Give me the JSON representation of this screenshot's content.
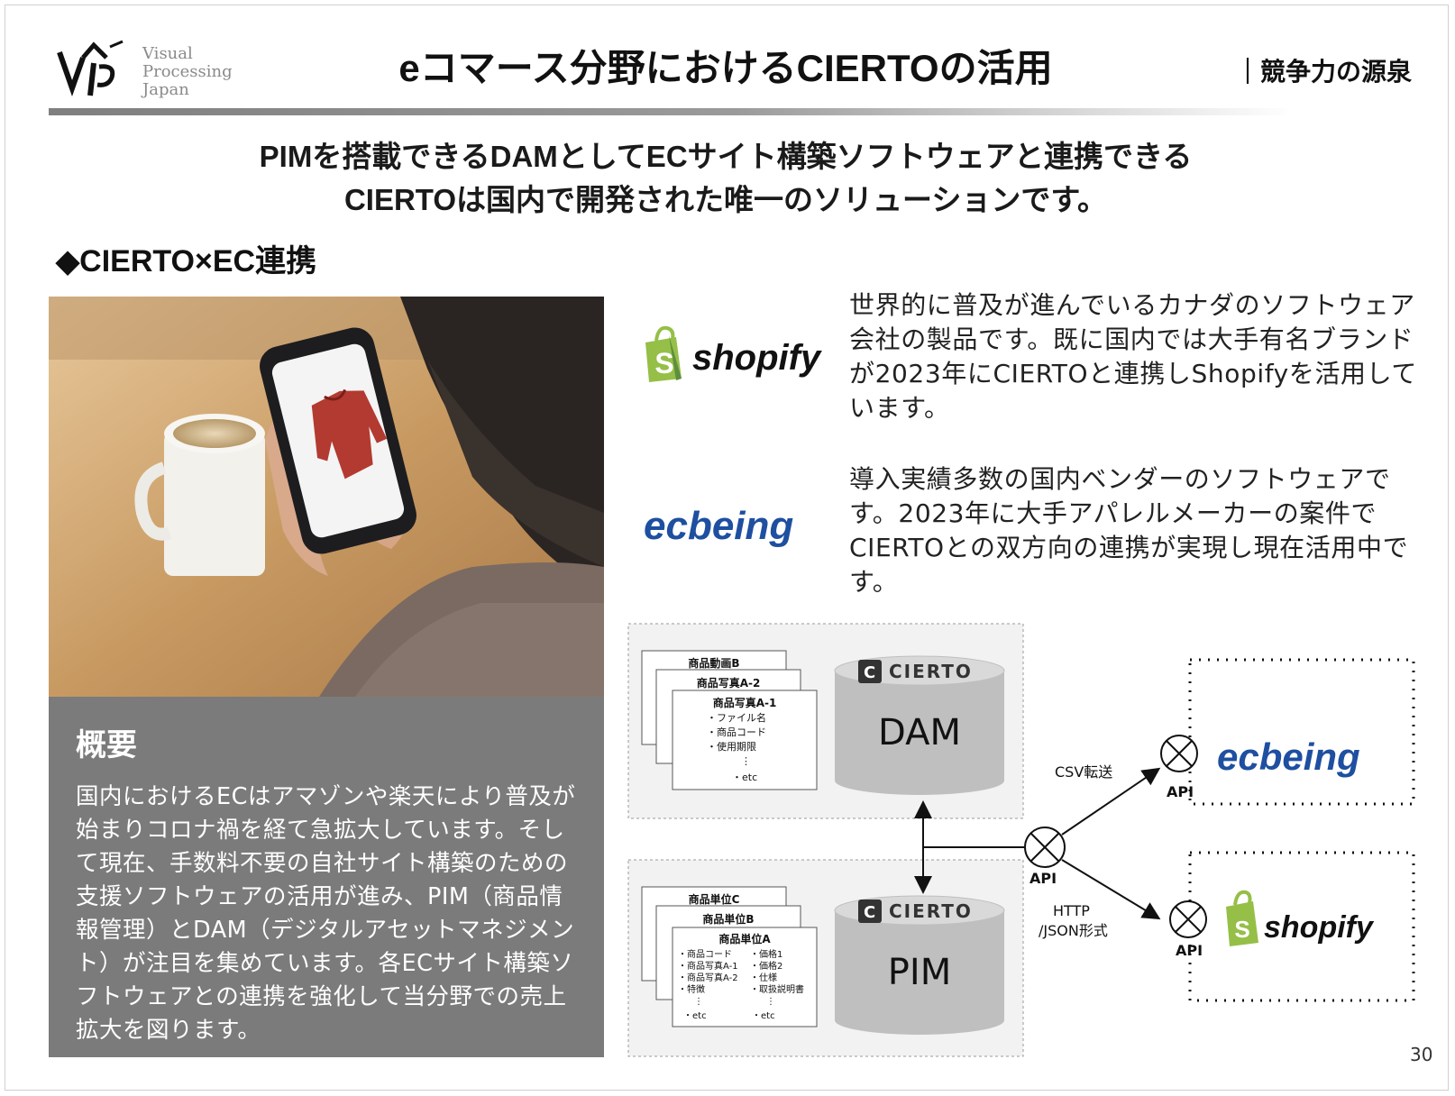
{
  "header": {
    "logo_line1": "Visual",
    "logo_line2": "Processing",
    "logo_line3": "Japan",
    "title": "eコマース分野におけるCIERTOの活用",
    "section_label": "｜競争力の源泉"
  },
  "lead": {
    "line1": "PIMを搭載できるDAMとしてECサイト構築ソフトウェアと連携できる",
    "line2": "CIERTOは国内で開発された唯一のソリューションです。"
  },
  "subheading": "◆CIERTO×EC連携",
  "overview": {
    "title": "概要",
    "body": "国内におけるECはアマゾンや楽天により普及が始まりコロナ禍を経て急拡大しています。そして現在、手数料不要の自社サイト構築のための支援ソフトウェアの活用が進み、PIM（商品情報管理）とDAM（デジタルアセットマネジメント）が注目を集めています。各ECサイト構築ソフトウェアとの連携を強化して当分野での売上拡大を図ります。"
  },
  "brands": {
    "shopify": {
      "logo_text": "shopify",
      "description": "世界的に普及が進んでいるカナダのソフトウェア会社の製品です。既に国内では大手有名ブランドが2023年にCIERTOと連携しShopifyを活用しています。"
    },
    "ecbeing": {
      "logo_text": "ecbeing",
      "description": "導入実績多数の国内ベンダーのソフトウェアです。2023年に大手アパレルメーカーの案件でCIERTOとの双方向の連携が実現し現在活用中です。"
    }
  },
  "diagram": {
    "dam_cards": [
      "商品動画B",
      "商品写真A-2",
      "商品写真A-1"
    ],
    "dam_fields": [
      "・ファイル名",
      "・商品コード",
      "・使用期限",
      "⋮",
      "・etc"
    ],
    "pim_cards": [
      "商品単位C",
      "商品単位B",
      "商品単位A"
    ],
    "pim_fields_left": [
      "・商品コード",
      "・商品写真A-1",
      "・商品写真A-2",
      "・特徴",
      "⋮",
      "・etc"
    ],
    "pim_fields_right": [
      "・価格1",
      "・価格2",
      "・仕様",
      "・取扱説明書",
      "⋮",
      "・etc"
    ],
    "cierto_label": "CIERTO",
    "dam_label": "DAM",
    "pim_label": "PIM",
    "api_label": "API",
    "csv_label": "CSV転送",
    "http_label_line1": "HTTP",
    "http_label_line2": "/JSON形式"
  },
  "page_number": "30",
  "colors": {
    "shopify_green": "#95bf47",
    "ecbeing_blue": "#1e4fa0",
    "overview_bg": "#7b7b7b",
    "db_gray": "#bfbfbf"
  }
}
